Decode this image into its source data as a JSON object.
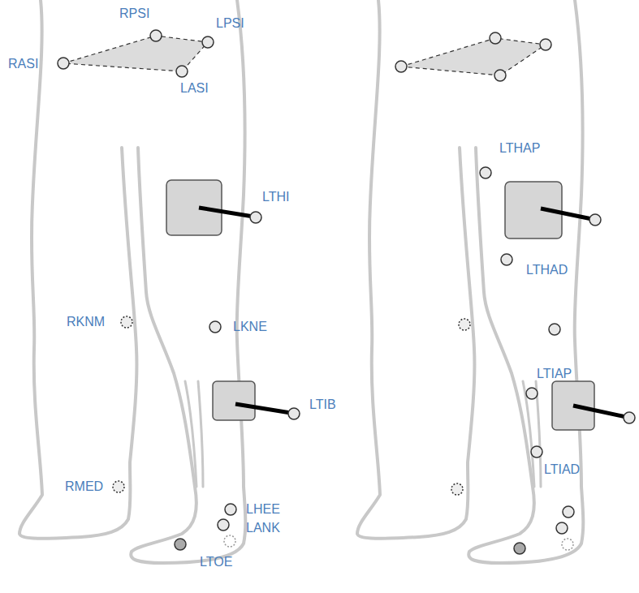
{
  "diagram": {
    "labels": [
      "RPSI",
      "LPSI",
      "RASI",
      "LASI",
      "LTHI",
      "RKNM",
      "LKNE",
      "LTIB",
      "RMED",
      "LHEE",
      "LANK",
      "LTOE",
      "LTHAP",
      "LTHAD",
      "LTIAP",
      "LTIAD"
    ]
  }
}
